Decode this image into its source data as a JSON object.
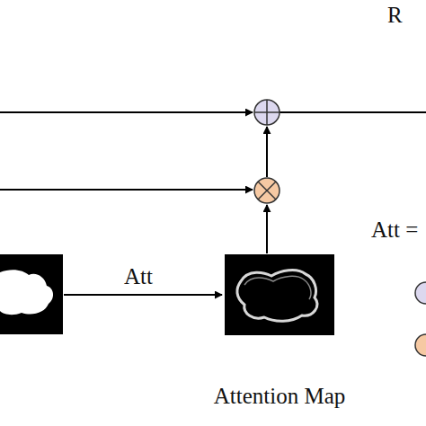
{
  "diagram": {
    "nodes": [
      {
        "text": [
          "Attention Map"
        ]
      }
    ],
    "labels": [
      "R",
      "Att",
      "Att ="
    ]
  }
}
